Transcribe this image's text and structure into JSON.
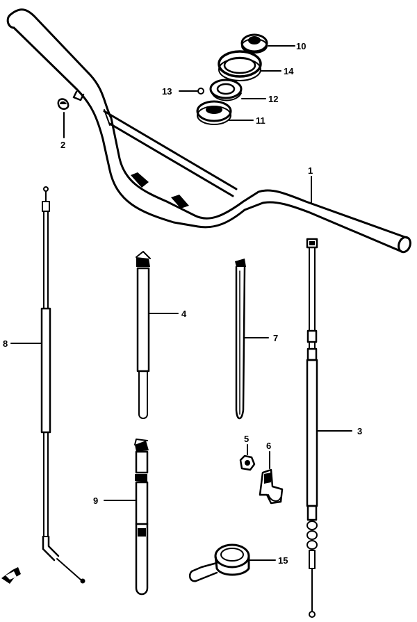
{
  "diagram": {
    "labels": {
      "p1": "1",
      "p2": "2",
      "p3": "3",
      "p4": "4",
      "p5": "5",
      "p6": "6",
      "p7": "7",
      "p8": "8",
      "p9": "9",
      "p10": "10",
      "p11": "11",
      "p12": "12",
      "p13": "13",
      "p14": "14",
      "p15": "15"
    }
  }
}
